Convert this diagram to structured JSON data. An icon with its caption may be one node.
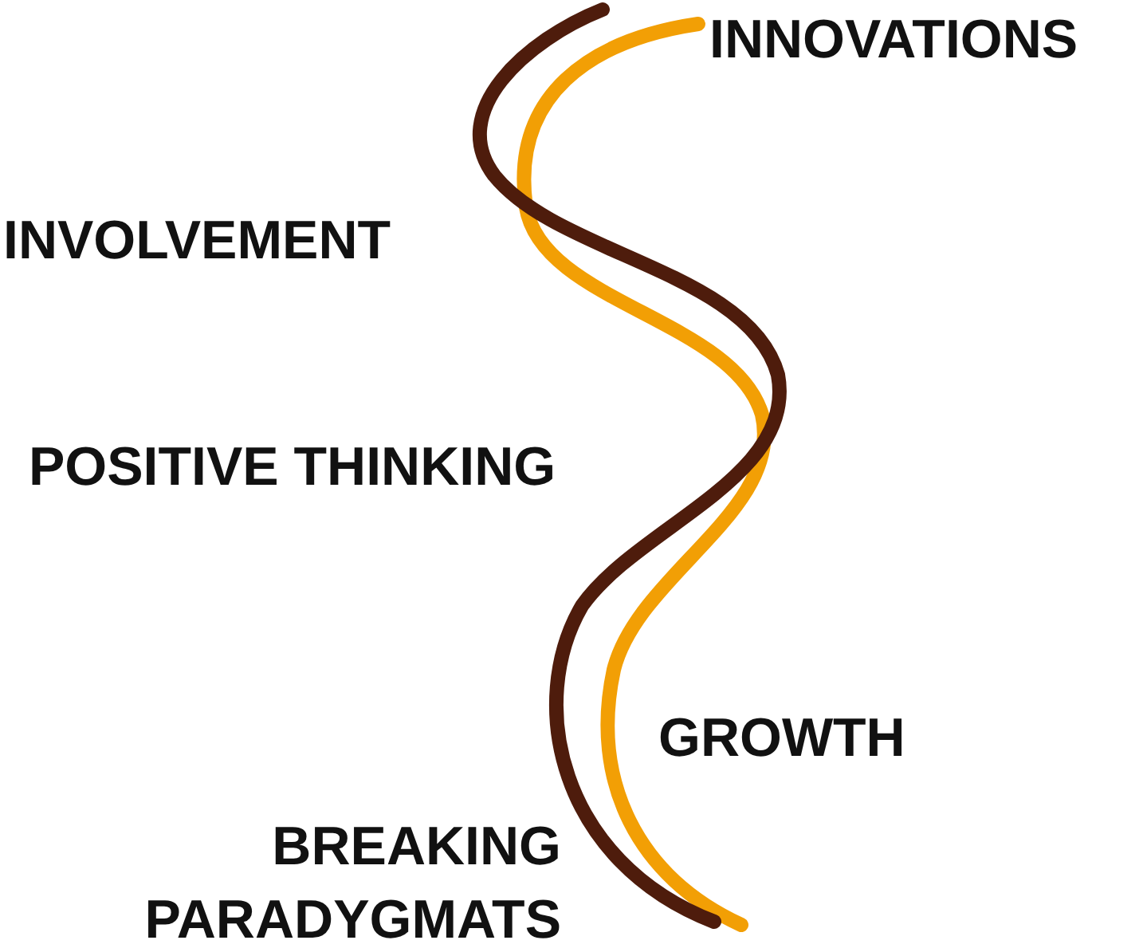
{
  "diagram": {
    "labels": [
      "INNOVATIONS",
      "INVOLVEMENT",
      "POSITIVE THINKING",
      "GROWTH",
      "BREAKING PARADYGMATS"
    ]
  }
}
